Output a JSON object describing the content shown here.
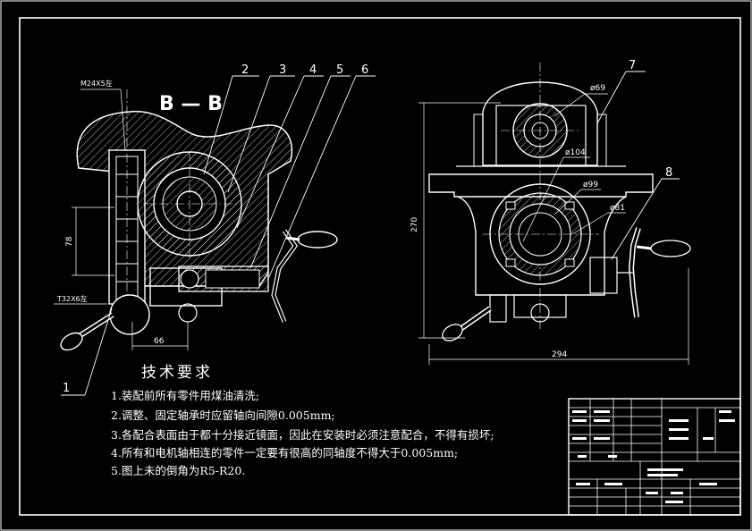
{
  "section_label": "B — B",
  "balloons": [
    "1",
    "2",
    "3",
    "4",
    "5",
    "6",
    "7",
    "8"
  ],
  "left_view": {
    "thread_top": "M24X5左",
    "thread_bottom": "T32X6左",
    "dim_vertical": "78",
    "dim_horizontal": "66"
  },
  "right_view": {
    "dim_height": "270",
    "dim_width": "294",
    "dia_top": "ø69",
    "dia_mid": "ø104",
    "dia_inner": "ø99",
    "dia_small": "ø81"
  },
  "notes": {
    "title": "技术要求",
    "items": [
      "1.装配前所有零件用煤油清洗;",
      "2.调整、固定轴承时应留轴向间隙0.005mm;",
      "3.各配合表面由于都十分接近镜面，因此在安装时必须注意配合，不得有损坏;",
      "4.所有和电机轴相连的零件一定要有很高的同轴度不得大于0.005mm;",
      "5.图上未的倒角为R5-R20."
    ]
  },
  "colors": {
    "background": "#000000",
    "line": "#ffffff",
    "accent": "#f0c040"
  }
}
